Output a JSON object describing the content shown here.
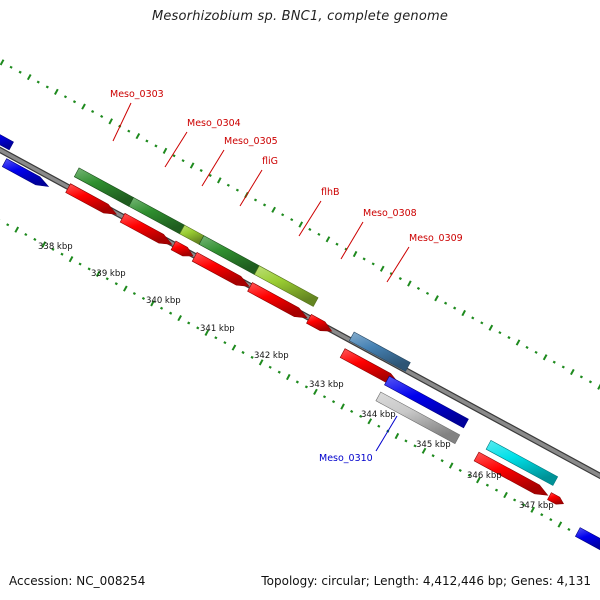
{
  "title": "Mesorhizobium sp. BNC1, complete genome",
  "accession_text": "Accession: NC_008254",
  "topology_text": "Topology: circular; Length: 4,412,446 bp; Genes: 4,131",
  "colors": {
    "backbone": "#8a8a8a",
    "backbone_edge": "#3a3a3a",
    "tick": "#1e8a1e",
    "red_feature": "#ff0000",
    "dark_green_feature": "#2f8f2f",
    "light_green_feature": "#9acd32",
    "steelblue_feature": "#4682b4",
    "blue_feature": "#0000ee",
    "grey_feature": "#c8c8c8",
    "cyan_feature": "#00e0e8",
    "label_red": "#cc0000",
    "label_blue": "#0000cc"
  },
  "scale_labels": [
    "338 kbp",
    "339 kbp",
    "340 kbp",
    "341 kbp",
    "342 kbp",
    "343 kbp",
    "344 kbp",
    "345 kbp",
    "346 kbp",
    "347 kbp"
  ],
  "gene_labels": [
    {
      "name": "Meso_0303",
      "color": "red"
    },
    {
      "name": "Meso_0304",
      "color": "red"
    },
    {
      "name": "Meso_0305",
      "color": "red"
    },
    {
      "name": "fliG",
      "color": "red"
    },
    {
      "name": "flhB",
      "color": "red"
    },
    {
      "name": "Meso_0308",
      "color": "red"
    },
    {
      "name": "Meso_0309",
      "color": "red"
    },
    {
      "name": "Meso_0310",
      "color": "blue"
    }
  ]
}
